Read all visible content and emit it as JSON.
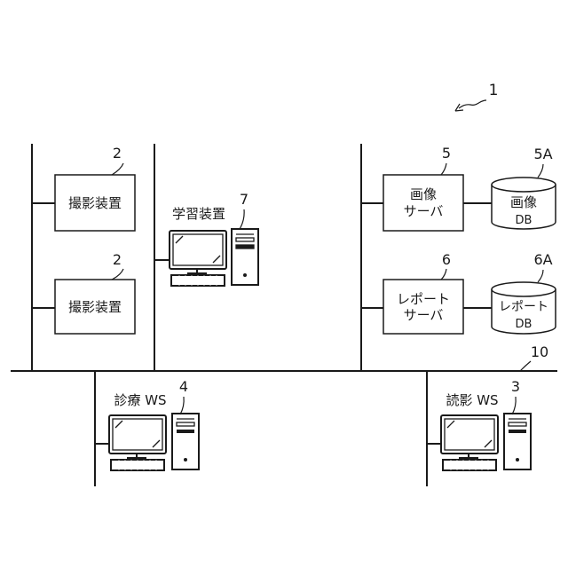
{
  "system": {
    "ref": "1"
  },
  "network": {
    "ref": "10"
  },
  "imaging_devices": [
    {
      "label": "撮影装置",
      "ref": "2"
    },
    {
      "label": "撮影装置",
      "ref": "2"
    }
  ],
  "learning_device": {
    "label": "学習装置",
    "ref": "7"
  },
  "image_server": {
    "label_line1": "画像",
    "label_line2": "サーバ",
    "ref": "5"
  },
  "image_db": {
    "label_line1": "画像",
    "label_line2": "DB",
    "ref": "5A"
  },
  "report_server": {
    "label_line1": "レポート",
    "label_line2": "サーバ",
    "ref": "6"
  },
  "report_db": {
    "label_line1": "レポート",
    "label_line2": "DB",
    "ref": "6A"
  },
  "diagnosis_ws": {
    "label": "診療 WS",
    "ref": "4"
  },
  "reading_ws": {
    "label": "読影 WS",
    "ref": "3"
  }
}
